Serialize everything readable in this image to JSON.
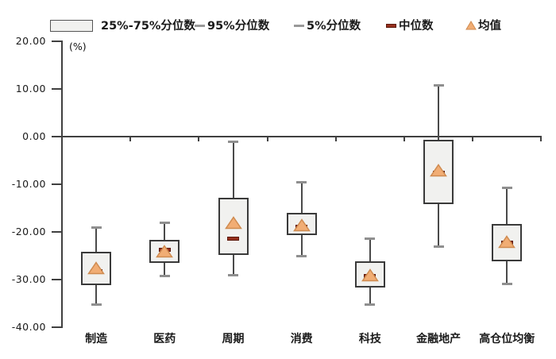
{
  "chart_data": {
    "type": "box",
    "title": "",
    "unit_label": "(%)",
    "categories": [
      "制造",
      "医药",
      "周期",
      "消费",
      "科技",
      "金融地产",
      "高仓位均衡"
    ],
    "series": [
      {
        "name": "95%分位数",
        "values": [
          -19.2,
          -18.2,
          -1.2,
          -9.7,
          -21.5,
          10.7,
          -10.8
        ]
      },
      {
        "name": "75%分位数",
        "values": [
          -24.3,
          -21.7,
          -12.9,
          -16.0,
          -26.2,
          -0.8,
          -18.4
        ]
      },
      {
        "name": "均值",
        "values": [
          -27.7,
          -24.1,
          -18.2,
          -18.6,
          -29.2,
          -7.1,
          -22.1
        ]
      },
      {
        "name": "中位数",
        "values": [
          -28.3,
          -23.8,
          -21.5,
          -19.0,
          -29.3,
          -7.6,
          -22.4
        ]
      },
      {
        "name": "25%分位数",
        "values": [
          -31.2,
          -26.6,
          -25.0,
          -20.8,
          -31.7,
          -14.2,
          -26.3
        ]
      },
      {
        "name": "5%分位数",
        "values": [
          -35.3,
          -29.4,
          -29.2,
          -25.2,
          -35.3,
          -23.2,
          -31.0
        ]
      }
    ],
    "ylim": [
      -40,
      20
    ],
    "yticks": [
      {
        "label": "20.00",
        "value": 20
      },
      {
        "label": "10.00",
        "value": 10
      },
      {
        "label": "0.00",
        "value": 0
      },
      {
        "label": "-10.00",
        "value": -10
      },
      {
        "label": "-20.00",
        "value": -20
      },
      {
        "label": "-30.00",
        "value": -30
      },
      {
        "label": "-40.00",
        "value": -40
      }
    ],
    "grid": false,
    "legend": {
      "position": "top",
      "items": [
        {
          "label": "25%-75%分位数",
          "marker": "box-swatch"
        },
        {
          "label": "95%分位数",
          "marker": "gray-dash"
        },
        {
          "label": "5%分位数",
          "marker": "gray-dash"
        },
        {
          "label": "中位数",
          "marker": "darkred-dash"
        },
        {
          "label": "均值",
          "marker": "orange-triangle"
        }
      ]
    },
    "colors": {
      "box_fill": "#f1f1ef",
      "box_border": "#3a3a3a",
      "whisker_stem": "#4a4a4a",
      "whisker_cap": "#8f8f8f",
      "median_fill": "#96301e",
      "median_border": "#5c190b",
      "mean_fill": "#f1ad74",
      "mean_border": "#cf8b50",
      "axis": "#404040",
      "text": "#1a1a1a"
    }
  }
}
